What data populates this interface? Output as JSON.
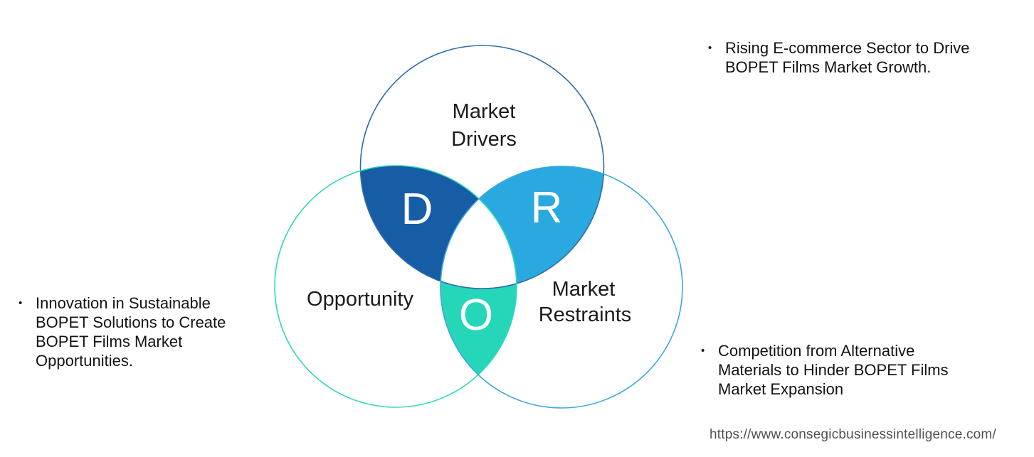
{
  "venn": {
    "drivers": {
      "label_line1": "Market",
      "label_line2": "Drivers",
      "letter": "D",
      "fill": "#175da6",
      "stroke": "#2e6ba8"
    },
    "opportunity": {
      "label": "Opportunity",
      "letter": "O",
      "fill": "#26d6b8",
      "stroke": "#2fd7bd"
    },
    "restraints": {
      "label_line1": "Market",
      "label_line2": "Restraints",
      "letter": "R",
      "fill": "#29a9e0",
      "stroke": "#3aa7e0"
    }
  },
  "bullets": {
    "marker": "•",
    "drivers_note": "Rising E-commerce Sector to Drive\nBOPET Films Market Growth.",
    "opportunity_note": "Innovation in Sustainable\nBOPET Solutions to Create\nBOPET Films Market\nOpportunities.",
    "restraints_note": "Competition from Alternative\nMaterials to Hinder BOPET Films\nMarket Expansion"
  },
  "footer": {
    "url": "https://www.consegicbusinessintelligence.com/"
  }
}
